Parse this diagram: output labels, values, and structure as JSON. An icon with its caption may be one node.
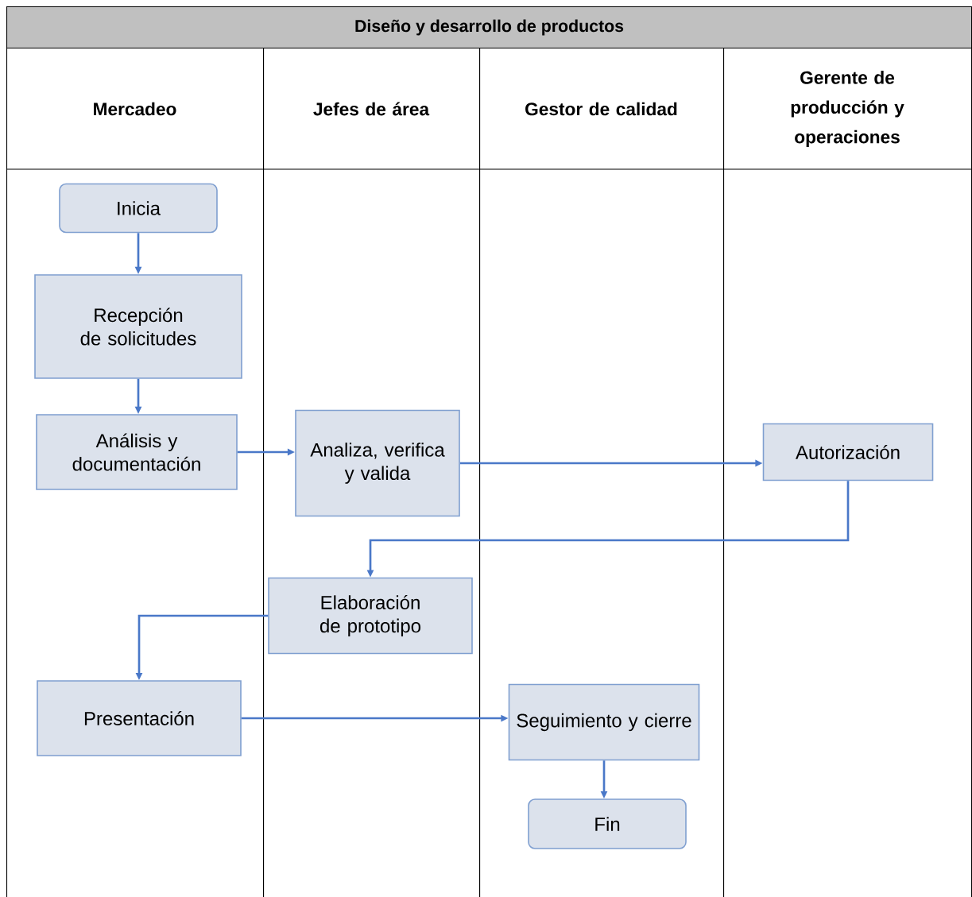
{
  "diagram": {
    "title": "Diseño y desarrollo de productos",
    "nodes": [
      {
        "text": [
          "Mercadeo"
        ]
      },
      {
        "text": [
          "Jefes de área"
        ]
      },
      {
        "text": [
          "Gestor de calidad"
        ]
      },
      {
        "text": [
          "Gerente de producción y operaciones"
        ]
      },
      {
        "text": [
          "Inicia"
        ],
        "in": 0
      },
      {
        "text": [
          "Recepción de solicitudes"
        ],
        "in": 0
      },
      {
        "text": [
          "Análisis y documentación"
        ],
        "in": 0
      },
      {
        "text": [
          "Analiza, verifica y valida"
        ],
        "in": 1
      },
      {
        "text": [
          "Autorización"
        ],
        "in": 3
      },
      {
        "text": [
          "Elaboración de prototipo"
        ],
        "in": 1
      },
      {
        "text": [
          "Presentación"
        ],
        "in": 0
      },
      {
        "text": [
          "Seguimiento y cierre"
        ],
        "in": 2
      },
      {
        "text": [
          "Fin"
        ],
        "in": 2
      }
    ],
    "edges": [
      {
        "from": 4,
        "to": 5,
        "arrow": "to"
      },
      {
        "from": 5,
        "to": 6,
        "arrow": "to"
      },
      {
        "from": 6,
        "to": 7,
        "arrow": "to"
      },
      {
        "from": 7,
        "to": 8,
        "arrow": "to"
      },
      {
        "from": 8,
        "to": 9,
        "arrow": "to"
      },
      {
        "from": 9,
        "to": 10,
        "arrow": "to"
      },
      {
        "from": 10,
        "to": 11,
        "arrow": "to"
      },
      {
        "from": 11,
        "to": 12,
        "arrow": "to"
      }
    ]
  }
}
